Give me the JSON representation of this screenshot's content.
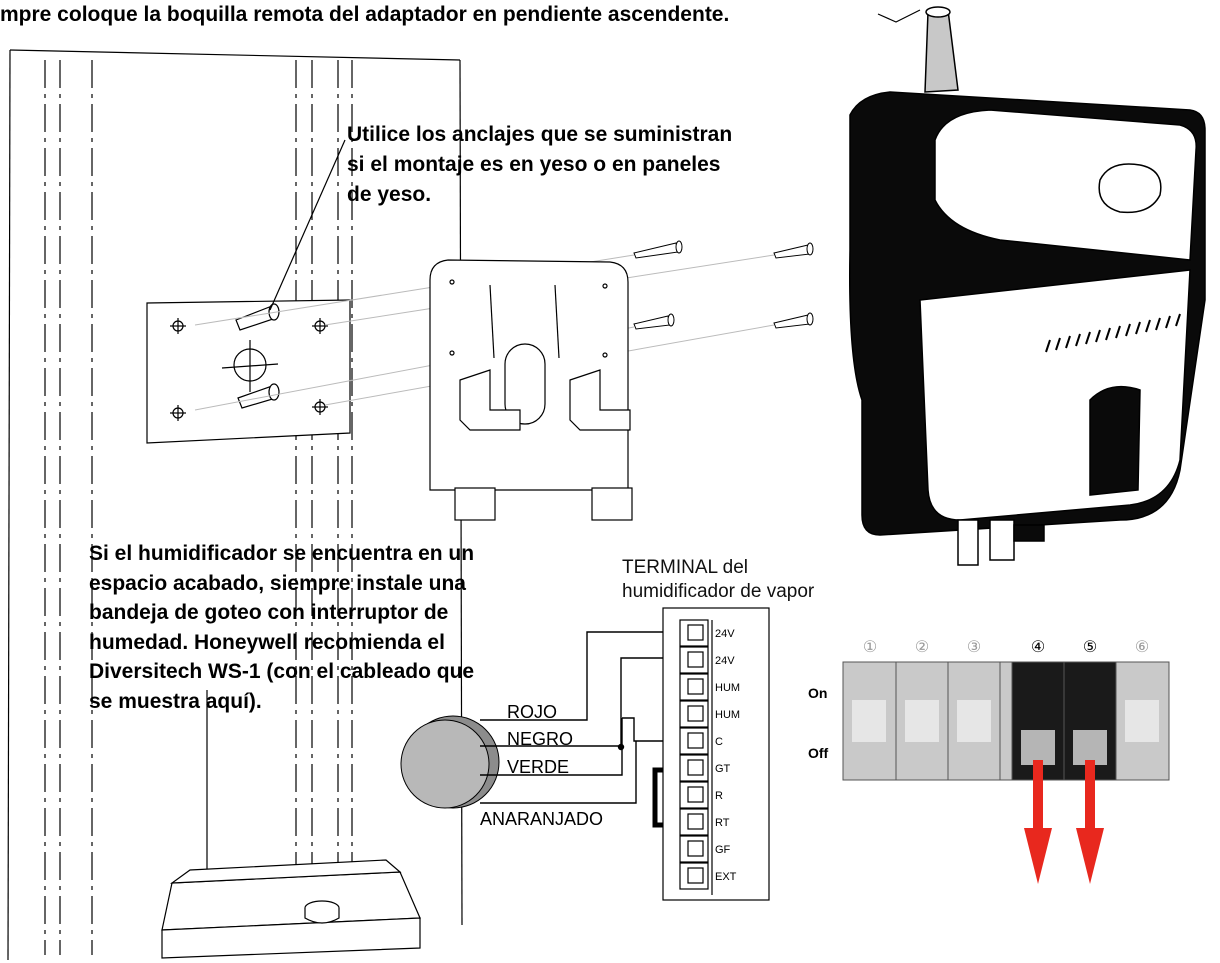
{
  "callouts": {
    "top": "mpre coloque la boquilla remota del adaptador en pendiente ascendente.",
    "anchors_lines": [
      "Utilice los anclajes que se suministran",
      "si el montaje es en yeso o en paneles",
      "de yeso."
    ],
    "drip_lines": [
      "Si el humidificador se encuentra en un",
      "espacio acabado, siempre instale una",
      "bandeja de goteo con interruptor de",
      "humedad. Honeywell recomienda el",
      "Diversitech WS-1 (con el cableado que",
      "se muestra aquí)."
    ]
  },
  "terminal": {
    "title_lines": [
      "TERMINAL del",
      "humidificador de vapor"
    ],
    "labels": [
      "24V",
      "24V",
      "HUM",
      "HUM",
      "C",
      "GT",
      "R",
      "RT",
      "GF",
      "EXT"
    ]
  },
  "wires": {
    "red": "ROJO",
    "black": "NEGRO",
    "green": "VERDE",
    "orange": "ANARANJADO"
  },
  "dip_switch": {
    "numbers": [
      "①",
      "②",
      "③",
      "④",
      "⑤",
      "⑥"
    ],
    "on_label": "On",
    "off_label": "Off",
    "positions": [
      "on",
      "on",
      "on",
      "off",
      "off",
      "on"
    ]
  },
  "colors": {
    "arrow": "#e8281e",
    "switch_body": "#c9c9c9",
    "switch_active": "#1a1a1a"
  }
}
